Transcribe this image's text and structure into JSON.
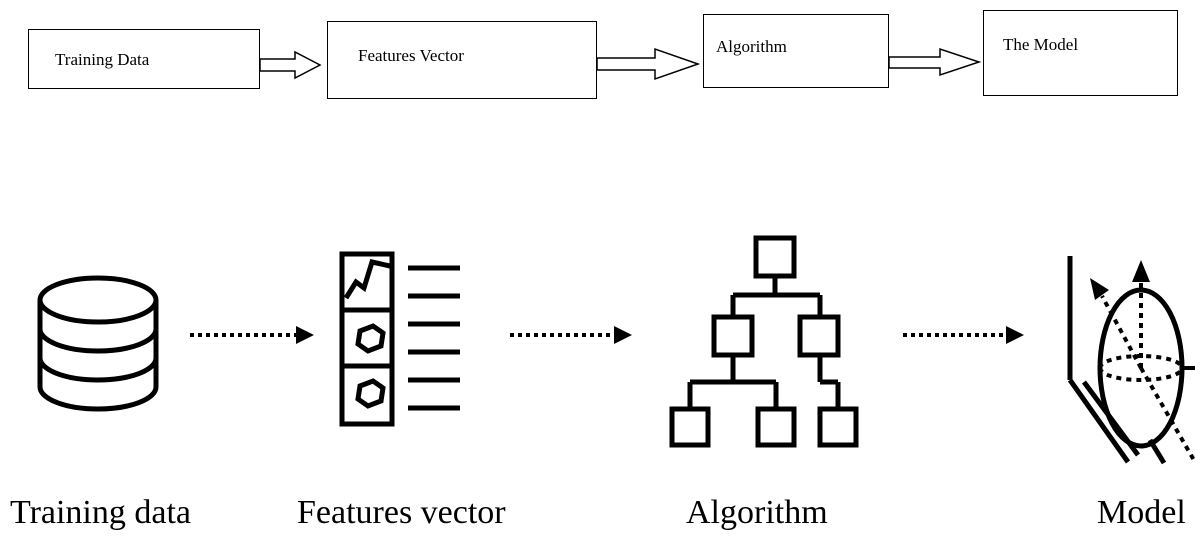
{
  "flow_boxes": [
    {
      "label": "Training Data"
    },
    {
      "label": "Features Vector"
    },
    {
      "label": "Algorithm"
    },
    {
      "label": "The Model"
    }
  ],
  "icon_labels": {
    "training": "Training data",
    "features": "Features vector",
    "algorithm": "Algorithm",
    "model": "Model"
  },
  "icons": [
    "database-icon",
    "features-vector-icon",
    "tree-algorithm-icon",
    "model-ellipse-icon"
  ]
}
